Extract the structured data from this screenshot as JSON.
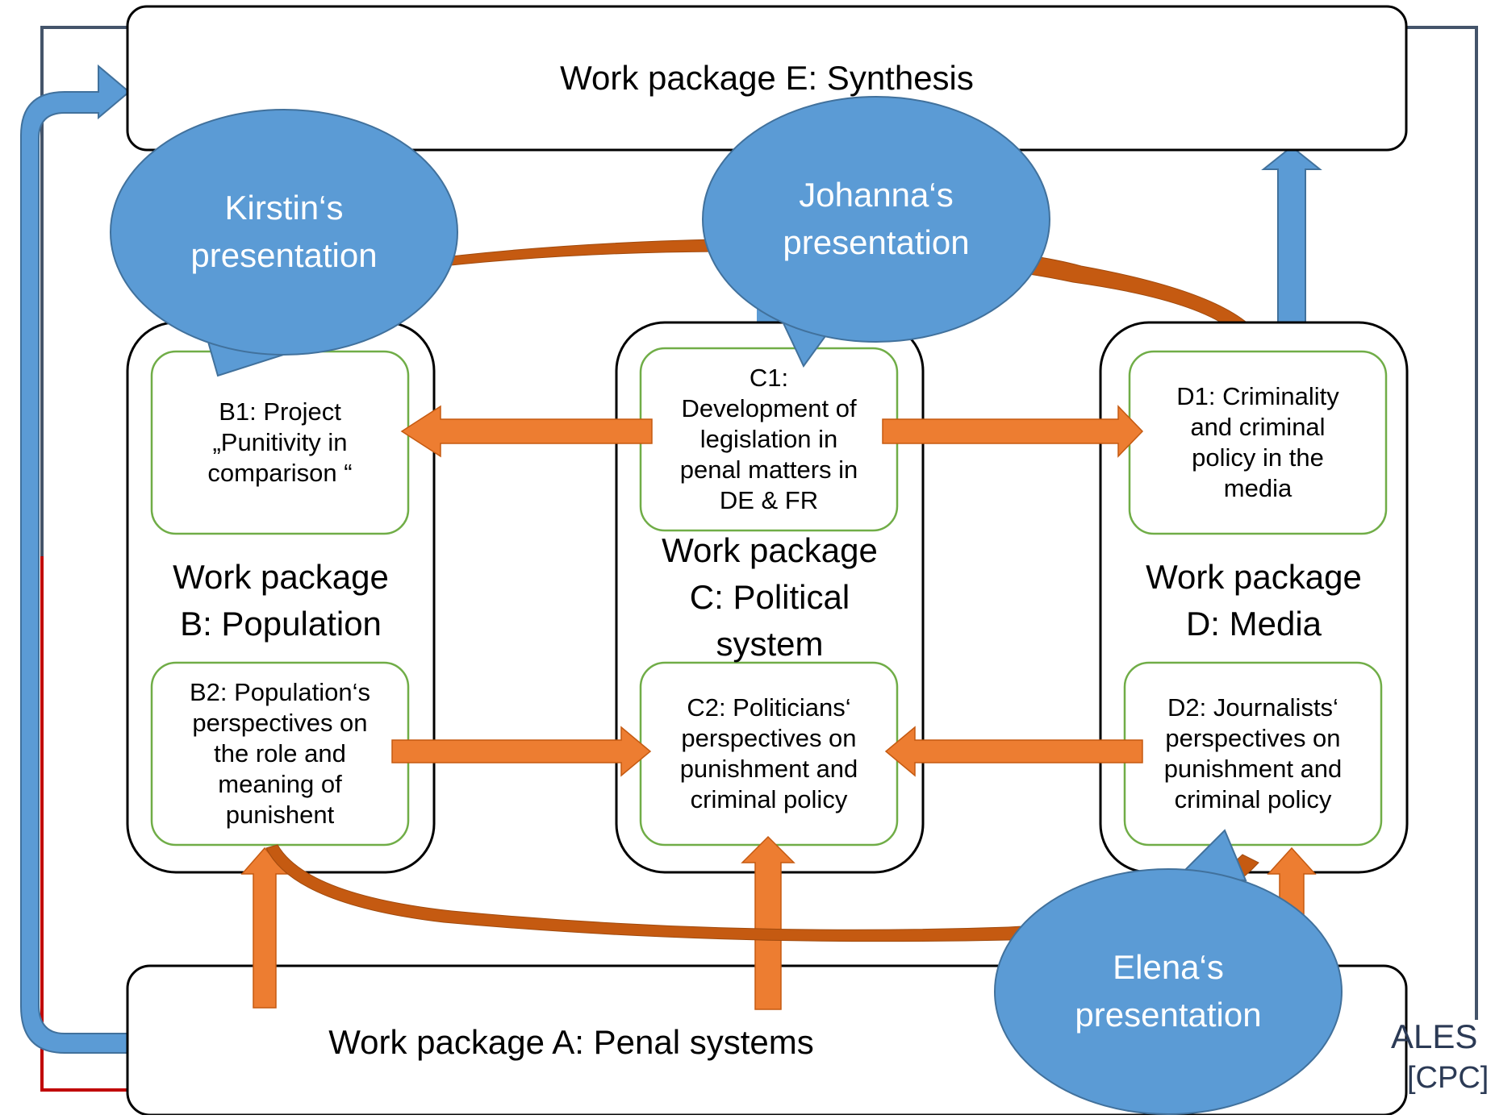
{
  "diagram": {
    "work_packages": {
      "E": "Work package E: Synthesis",
      "A": "Work package A: Penal systems",
      "B": "Work package\nB: Population",
      "C": "Work package\nC: Political\nsystem",
      "D": "Work package\nD: Media"
    },
    "subprojects": {
      "B1": "B1: Project\n„Punitivity in\ncomparison “",
      "B2": "B2: Population‘s\nperspectives on\nthe role and\nmeaning of\npunishent",
      "C1": "C1:\nDevelopment of\nlegislation in\npenal matters in\nDE & FR",
      "C2": "C2: Politicians‘\nperspectives on\npunishment and\ncriminal policy",
      "D1": "D1: Criminality\nand criminal\npolicy in the\nmedia",
      "D2": "D2: Journalists‘\nperspectives on\npunishment and\ncriminal policy"
    },
    "callouts": {
      "kirstin": "Kirstin‘s\npresentation",
      "johanna": "Johanna‘s\npresentation",
      "elena": "Elena‘s\npresentation"
    },
    "logo_fragments": [
      "ALES",
      "[CPC]"
    ]
  },
  "colors": {
    "blue_callout": "#5b9bd5",
    "blue_outline": "#41719c",
    "orange_arrow": "#ed7d31",
    "orange_curve": "#c55a11",
    "green_border": "#70ad47",
    "navy_frame": "#44546a",
    "red_line": "#c00000"
  }
}
